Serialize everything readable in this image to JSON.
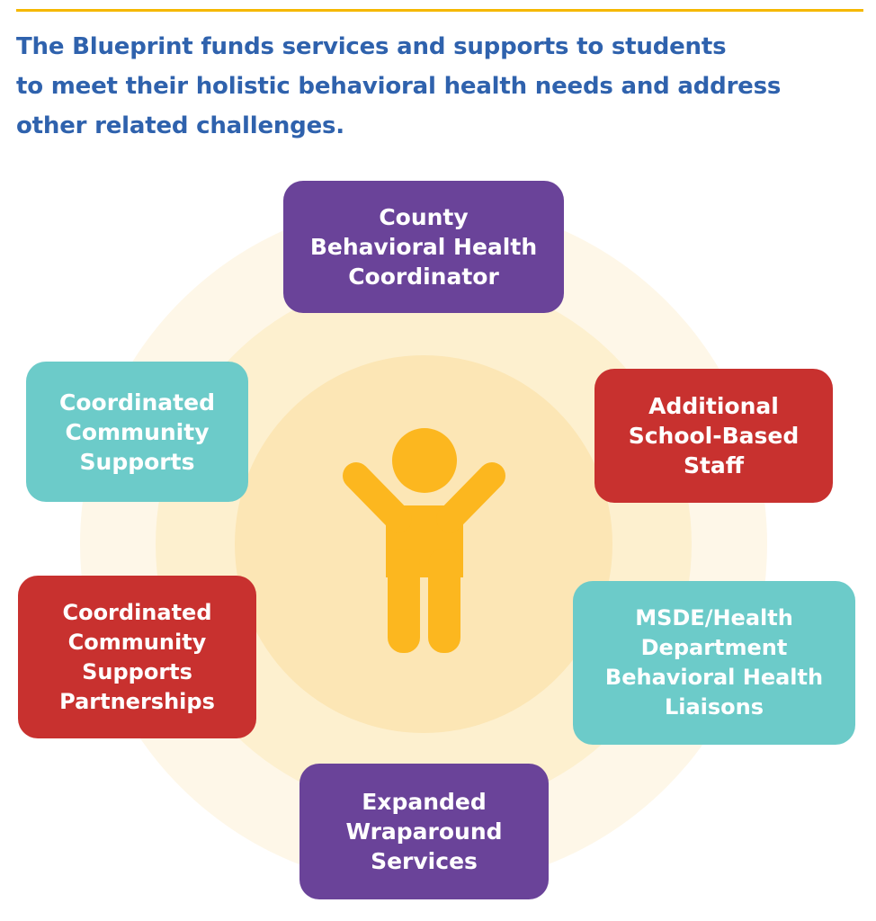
{
  "colors": {
    "rule": "#f5b800",
    "title": "#2f62ad",
    "purple": "#6a4399",
    "red": "#c8312f",
    "teal": "#6ccbc9",
    "ring_outer": "#fef7e8",
    "ring_middle": "#fdf0cf",
    "ring_inner": "#fce6b5",
    "person": "#fcb71f"
  },
  "intro": {
    "lines": [
      "The Blueprint funds services and supports to students",
      "to meet their holistic behavioral health needs and address",
      "other related challenges."
    ]
  },
  "center_icon": "person-arms-raised-icon",
  "boxes": {
    "county": {
      "color": "purple",
      "lines": [
        "County",
        "Behavioral Health",
        "Coordinator"
      ]
    },
    "additional": {
      "color": "red",
      "lines": [
        "Additional",
        "School-Based",
        "Staff"
      ]
    },
    "msde": {
      "color": "teal",
      "lines": [
        "MSDE/Health",
        "Department",
        "Behavioral Health",
        "Liaisons"
      ]
    },
    "wraparound": {
      "color": "purple",
      "lines": [
        "Expanded",
        "Wraparound",
        "Services"
      ]
    },
    "partnerships": {
      "color": "red",
      "lines": [
        "Coordinated",
        "Community",
        "Supports",
        "Partnerships"
      ]
    },
    "community": {
      "color": "teal",
      "lines": [
        "Coordinated",
        "Community",
        "Supports"
      ]
    }
  }
}
